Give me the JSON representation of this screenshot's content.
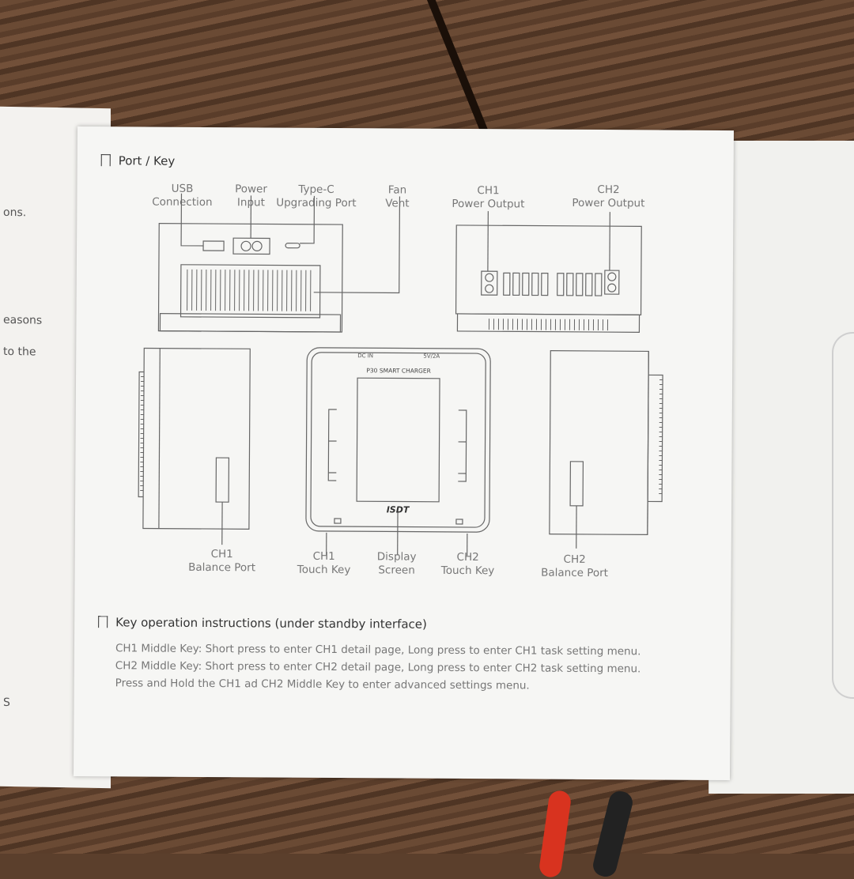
{
  "left_page": [
    "ons.",
    "easons",
    "to the",
    "S"
  ],
  "section1": {
    "title": "Port / Key",
    "labels": {
      "usb": [
        "USB",
        "Connection"
      ],
      "power": [
        "Power",
        "Input"
      ],
      "typec": [
        "Type-C",
        "Upgrading Port"
      ],
      "fan": [
        "Fan",
        "Vent"
      ],
      "ch1_power": [
        "CH1",
        "Power Output"
      ],
      "ch2_power": [
        "CH2",
        "Power Output"
      ],
      "ch1_balance": [
        "CH1",
        "Balance Port"
      ],
      "ch1_touch": [
        "CH1",
        "Touch Key"
      ],
      "display": [
        "Display",
        "Screen"
      ],
      "ch2_touch": [
        "CH2",
        "Touch Key"
      ],
      "ch2_balance": [
        "CH2",
        "Balance Port"
      ]
    },
    "device_text": {
      "model": "P30 SMART CHARGER",
      "brand": "ISDT",
      "dc_in": "DC IN",
      "usb_rating": "5V/2A"
    }
  },
  "section2": {
    "title": "Key operation instructions (under standby interface)",
    "lines": [
      "CH1 Middle Key: Short press to enter CH1 detail page, Long press to enter CH1 task setting menu.",
      "CH2 Middle Key: Short press to enter CH2 detail page, Long press to enter CH2 task setting menu.",
      "Press and Hold the CH1 ad CH2 Middle Key to enter advanced settings menu."
    ]
  }
}
